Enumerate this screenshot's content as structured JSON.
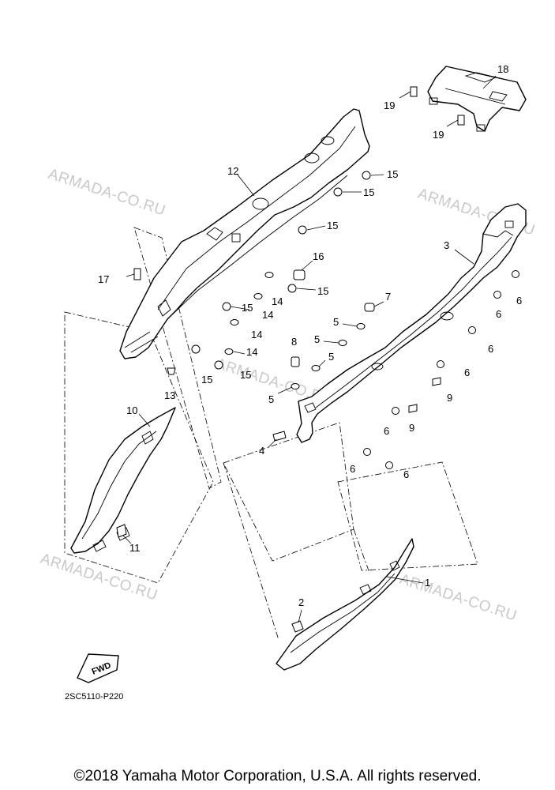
{
  "watermarks": [
    "ARMADA-CO.RU",
    "ARMADA-CO.RU",
    "ARMADA-CO.RU",
    "ARMADA-CO.RU",
    "ARMADA-CO.RU",
    "ARMADA-CO.RU"
  ],
  "callouts": {
    "p1": "1",
    "p2": "2",
    "p3": "3",
    "p4": "4",
    "p5a": "5",
    "p5b": "5",
    "p5c": "5",
    "p5d": "5",
    "p6a": "6",
    "p6b": "6",
    "p6c": "6",
    "p6d": "6",
    "p6e": "6",
    "p6f": "6",
    "p6g": "6",
    "p7": "7",
    "p8": "8",
    "p9a": "9",
    "p9b": "9",
    "p10": "10",
    "p11": "11",
    "p12": "12",
    "p13": "13",
    "p14a": "14",
    "p14b": "14",
    "p14c": "14",
    "p14d": "14",
    "p15a": "15",
    "p15b": "15",
    "p15c": "15",
    "p15d": "15",
    "p15e": "15",
    "p15f": "15",
    "p15g": "15",
    "p16": "16",
    "p17": "17",
    "p18": "18",
    "p19a": "19",
    "p19b": "19"
  },
  "fwd_label": "FWD",
  "diagram_code": "2SC5110-P220",
  "copyright": "©2018 Yamaha Motor Corporation, U.S.A. All rights reserved."
}
